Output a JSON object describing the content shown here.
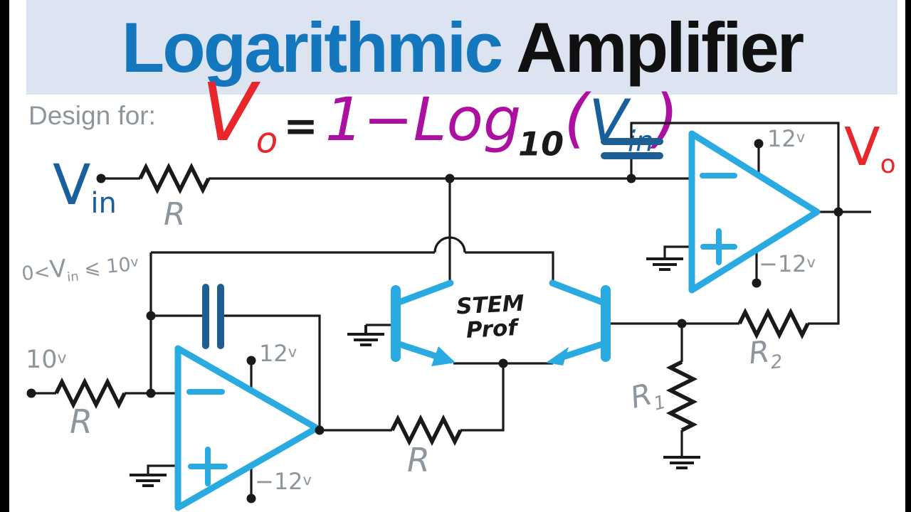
{
  "colors": {
    "banner-bg": "#dbe4f0",
    "title-blue": "#1477bd",
    "title-black": "#101010",
    "ink": "#1a1a1a",
    "gray": "#8e969d",
    "opamp-blue": "#29aae1",
    "navy": "#1f5e92",
    "red": "#e8262b",
    "magenta": "#ab10a0",
    "formula-blue": "#185f9b",
    "white": "#ffffff",
    "edge-black": "#000000"
  },
  "banner": {
    "title_blue": "Logarithmic",
    "title_black": " Amplifier"
  },
  "heading": {
    "design_for": "Design for:"
  },
  "formula": {
    "vo_main": "V",
    "vo_sub": "o",
    "equals": "=",
    "one_minus_log": "1−Log",
    "log_base": "10",
    "lparen": "(",
    "vin_main": "V",
    "vin_sub": "in",
    "rparen": ")"
  },
  "labels": {
    "vin_main": "V",
    "vin_sub": "in",
    "range_pre": "0<",
    "range_v": "V",
    "range_v_sub": "in",
    "range_leq": "⩽",
    "range_val": "10",
    "range_sup": "v",
    "r_input": "R",
    "r_ref": "R",
    "r_out": "R",
    "r1_main": "R",
    "r1_sub": "1",
    "r2_main": "R",
    "r2_sub": "2",
    "v10_main": "10",
    "v10_sup": "v",
    "supply_pos": "12",
    "supply_neg": "−12",
    "supply_sup": "v",
    "stem_line1": "STEM",
    "stem_line2": "Prof",
    "vo_main": "V",
    "vo_sub": "o"
  }
}
